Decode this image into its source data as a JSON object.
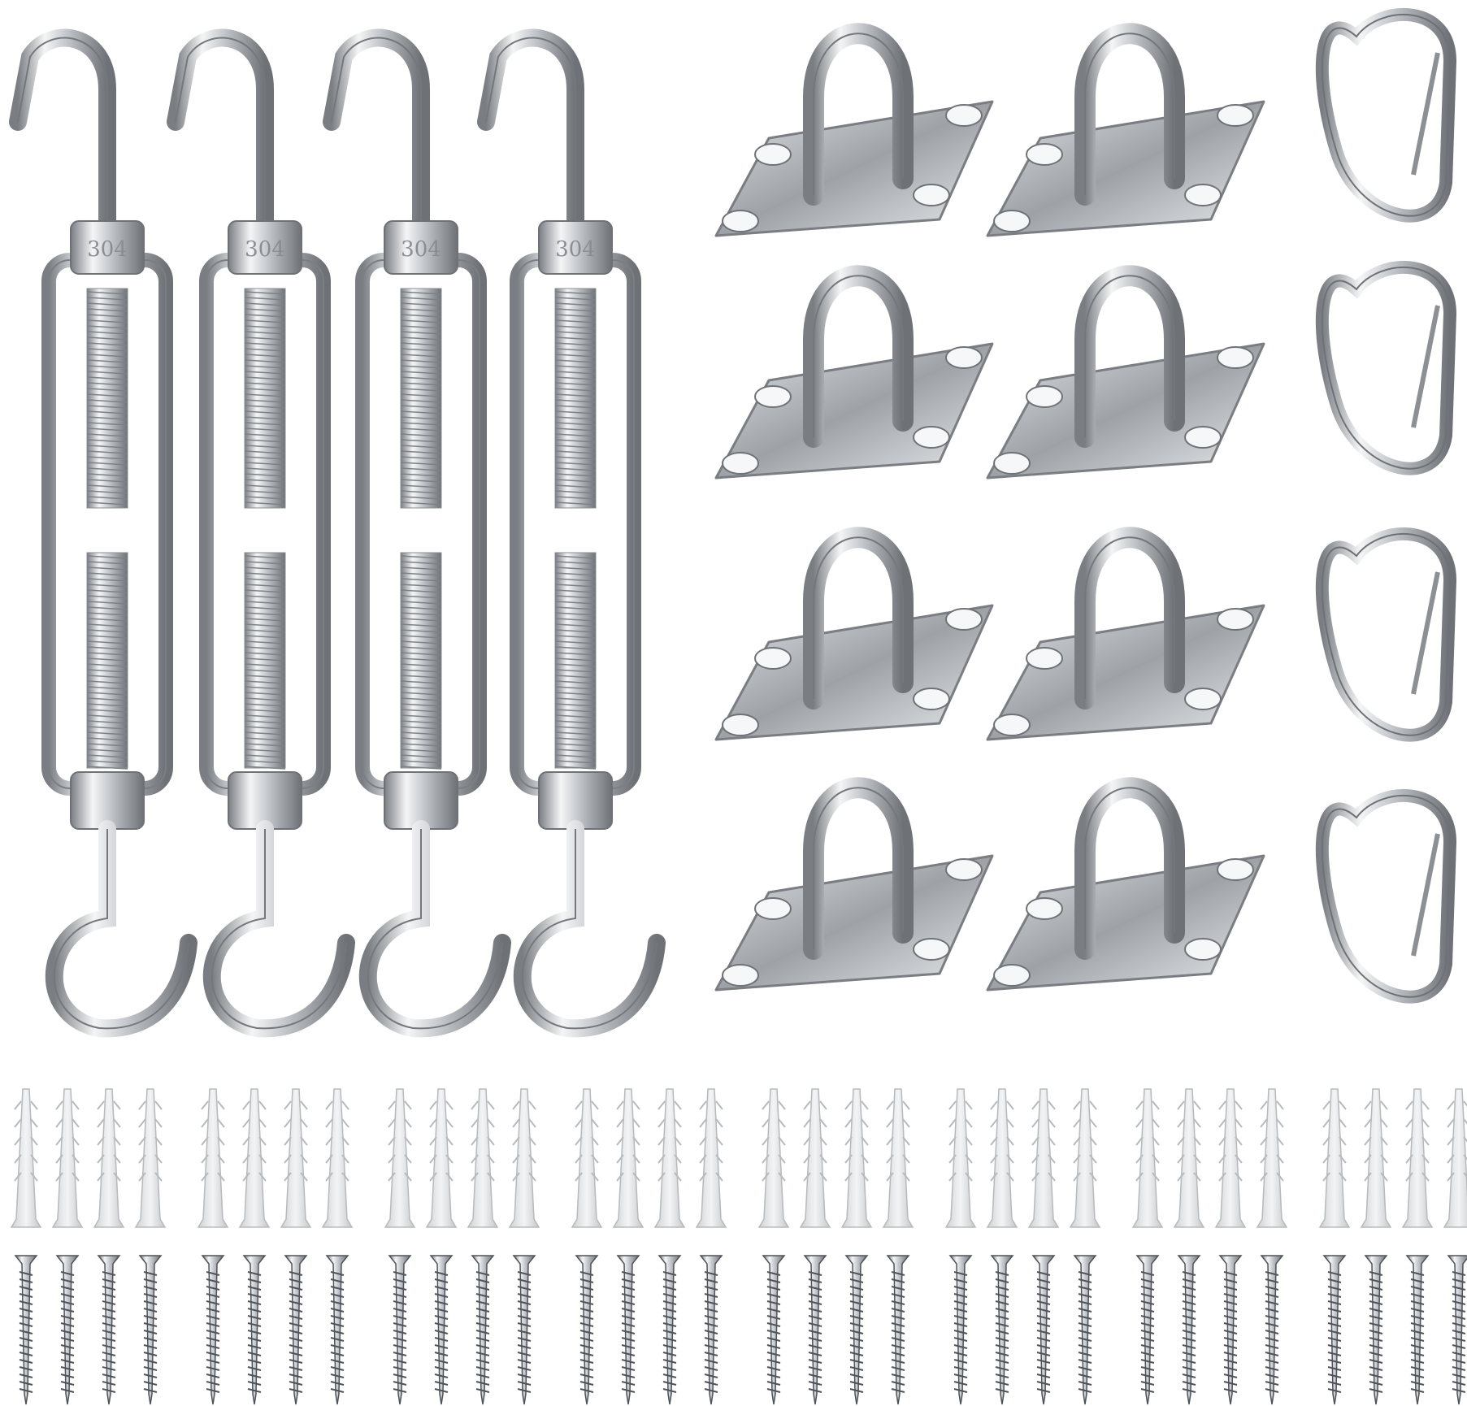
{
  "product": {
    "turnbuckle_engraving": "304",
    "turnbuckles": 4,
    "pad_eyes": 8,
    "carabiners": 4,
    "wall_anchors": 32,
    "screws": 32
  },
  "colors": {
    "background": "#ffffff",
    "steel_light": "#eef0f2",
    "steel_mid": "#b9bdc2",
    "steel_dark": "#6e7277",
    "anchor_plastic": "#e4e6e8"
  }
}
